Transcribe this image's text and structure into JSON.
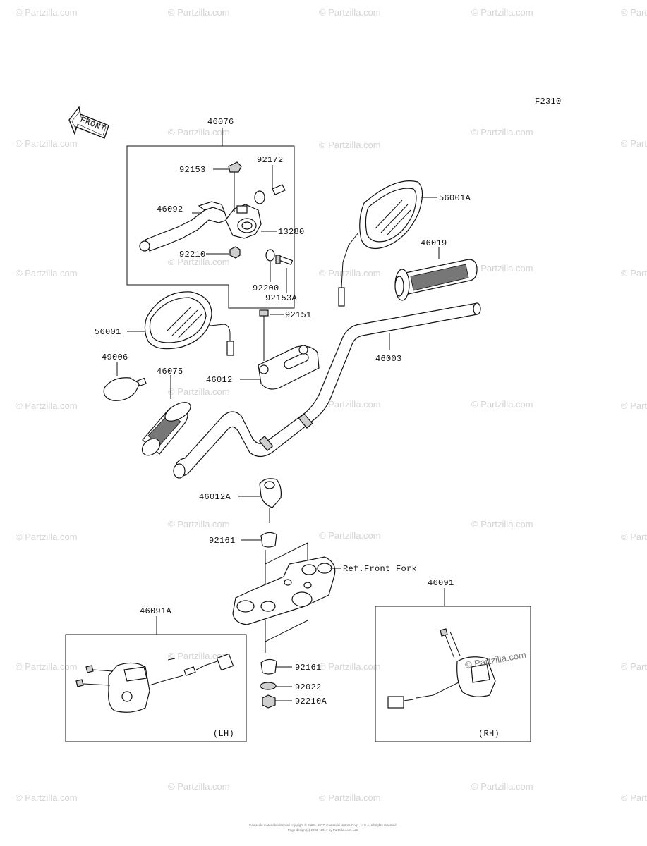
{
  "diagram": {
    "figure_code": "F2310",
    "front_label": "FRONT",
    "watermark_text": "© Partzilla.com",
    "inline_watermark": "© Partzilla.com",
    "footer_line1": "Kawasaki materials within all copyright © 1995 - 2017, Kawasaki Motors Corp., U.S.A. All rights reserved.",
    "footer_line2": "Page design (c) 2002 - 2017 by Partzilla.com, LLC",
    "side_labels": {
      "lh": "(LH)",
      "rh": "(RH)"
    },
    "reference_text": "Ref.Front Fork",
    "callouts": {
      "c46076": "46076",
      "c92153": "92153",
      "c92172": "92172",
      "c46092": "46092",
      "c13280": "13280",
      "c92210": "92210",
      "c92200": "92200",
      "c92153A": "92153A",
      "c92151": "92151",
      "c56001A": "56001A",
      "c46019": "46019",
      "c46003": "46003",
      "c56001": "56001",
      "c49006": "49006",
      "c46075": "46075",
      "c46012": "46012",
      "c46012A": "46012A",
      "c92161a": "92161",
      "c46091": "46091",
      "c46091A": "46091A",
      "c92161b": "92161",
      "c92022": "92022",
      "c92210A": "92210A"
    }
  }
}
